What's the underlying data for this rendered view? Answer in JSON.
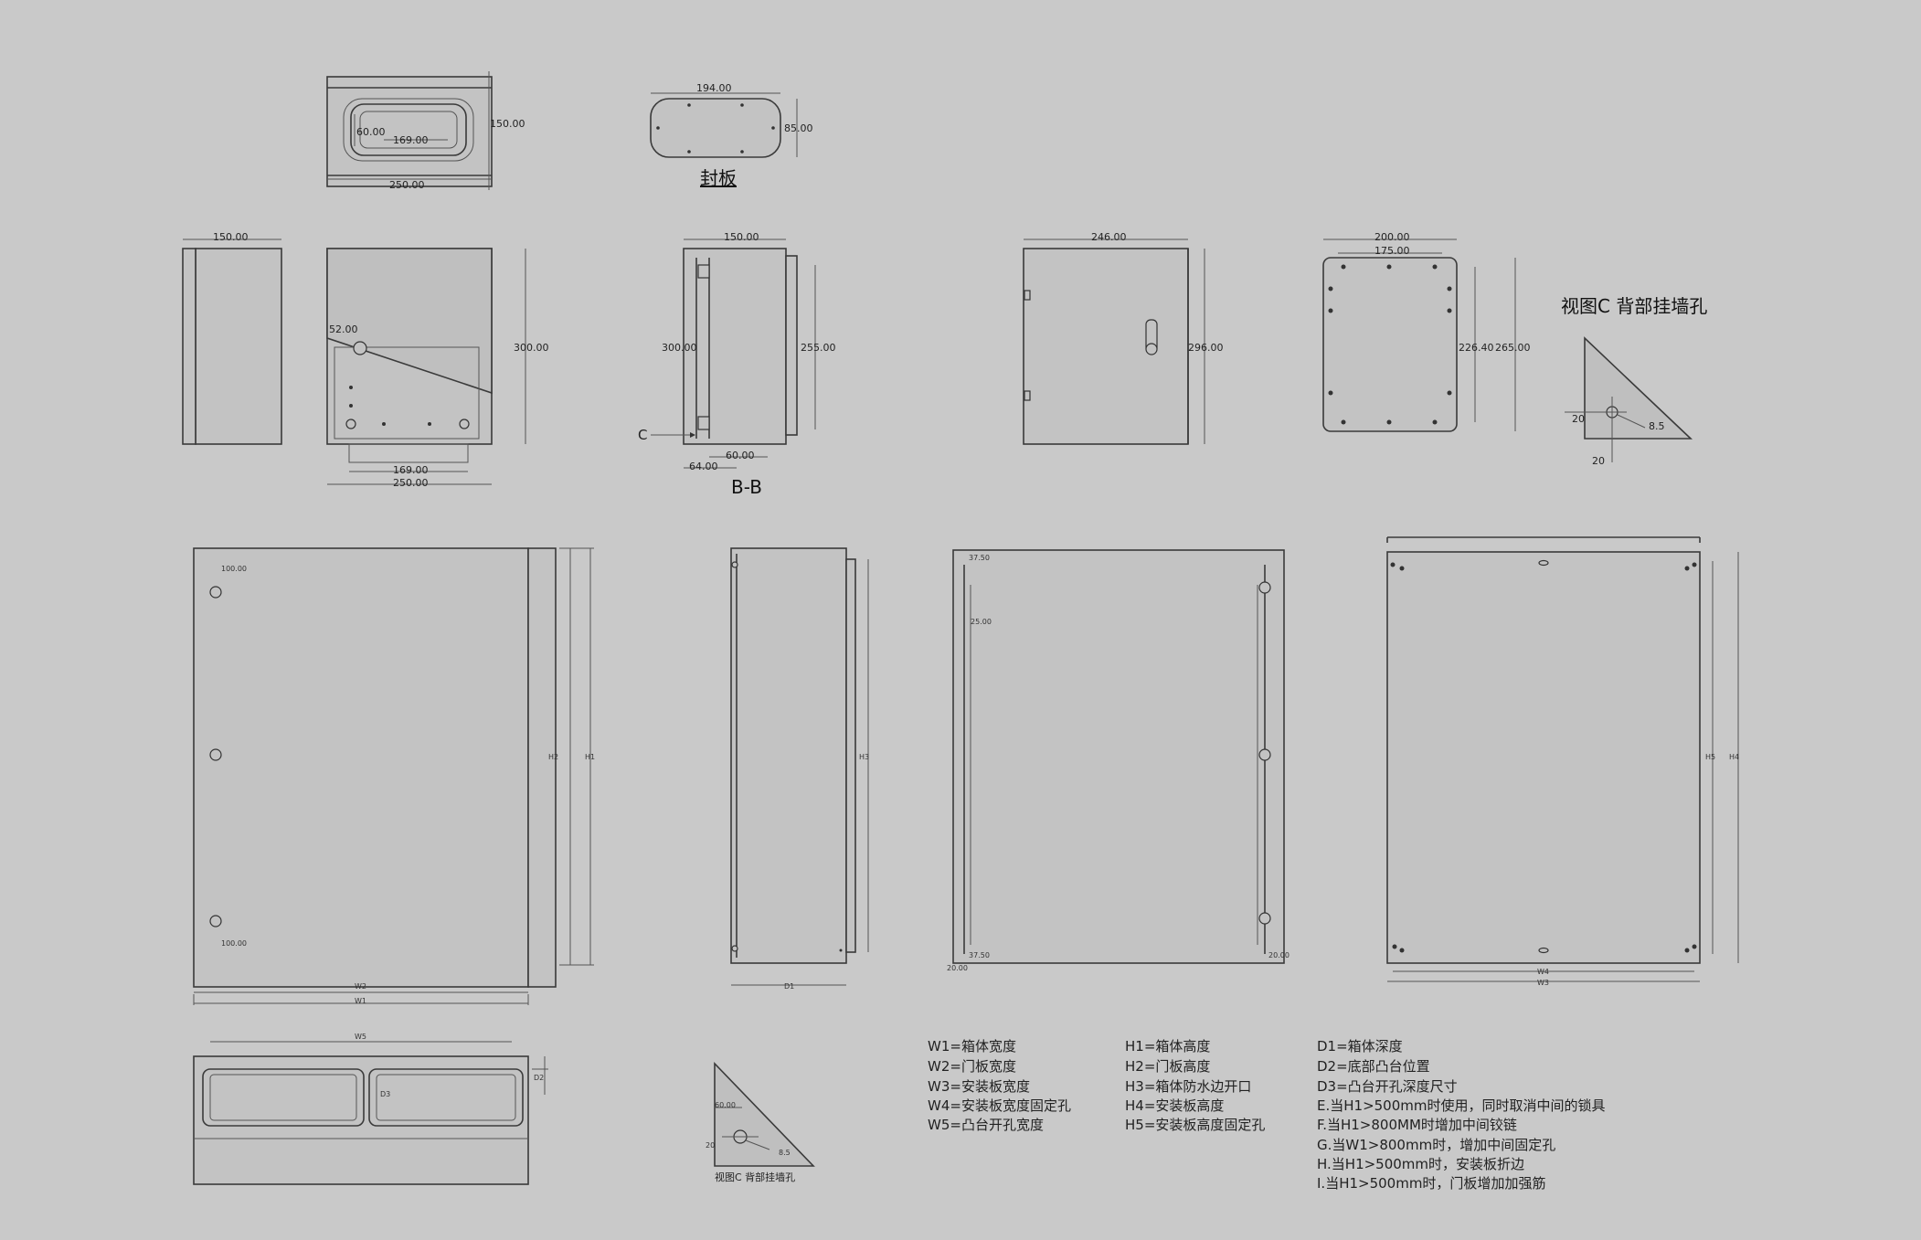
{
  "top_view": {
    "w_outer": "250.00",
    "d": "150.00",
    "h_open": "60.00",
    "w_open": "169.00"
  },
  "seal_plate": {
    "w": "194.00",
    "h": "85.00",
    "title": "封板"
  },
  "side_view": {
    "d": "150.00"
  },
  "front_open": {
    "hinge": "52.00",
    "h": "300.00",
    "w_open": "169.00",
    "w": "250.00"
  },
  "section_bb": {
    "d": "150.00",
    "h": "300.00",
    "h_inner": "255.00",
    "w_flange": "60.00",
    "w_base": "64.00",
    "arrow_c": "C",
    "title": "B-B"
  },
  "front_closed": {
    "w": "246.00",
    "h": "296.00"
  },
  "back_view": {
    "w_outer": "200.00",
    "w_inner": "175.00",
    "h_inner": "226.40",
    "h_outer": "265.00"
  },
  "view_c": {
    "title": "视图C  背部挂墙孔",
    "d1": "20",
    "d2": "20",
    "dia": "8.5"
  },
  "big_front": {
    "top_off": "100.00",
    "bot_off": "100.00",
    "w2": "W2",
    "w1": "W1",
    "h2": "H2",
    "h1": "H1"
  },
  "big_side": {
    "d1": "D1",
    "h3": "H3"
  },
  "big_door": {
    "top_off": "37.50",
    "step": "25.00",
    "bot_off": "37.50",
    "corner_l": "20.00",
    "corner_r": "20.00"
  },
  "big_plate": {
    "w4": "W4",
    "w3": "W3",
    "h5": "H5",
    "h4": "H4"
  },
  "bottom_view": {
    "w5": "W5",
    "d2": "D2",
    "d3": "D3"
  },
  "small_view_c": {
    "title": "视图C  背部挂墙孔",
    "d1": "60.00",
    "d2": "20",
    "dia": "8.5"
  },
  "legend": {
    "col1": [
      "W1=箱体宽度",
      "W2=门板宽度",
      "W3=安装板宽度",
      "W4=安装板宽度固定孔",
      "W5=凸台开孔宽度"
    ],
    "col2": [
      "H1=箱体高度",
      "H2=门板高度",
      " H3=箱体防水边开口",
      "H4=安装板高度",
      "H5=安装板高度固定孔"
    ],
    "col3": [
      "D1=箱体深度",
      "D2=底部凸台位置",
      "D3=凸台开孔深度尺寸",
      " E.当H1>500mm时使用，同时取消中间的锁具",
      "F.当H1>800MM时增加中间铰链",
      "G.当W1>800mm时，增加中间固定孔",
      "H.当H1>500mm时，安装板折边",
      "I.当H1>500mm时，门板增加加强筋"
    ]
  }
}
